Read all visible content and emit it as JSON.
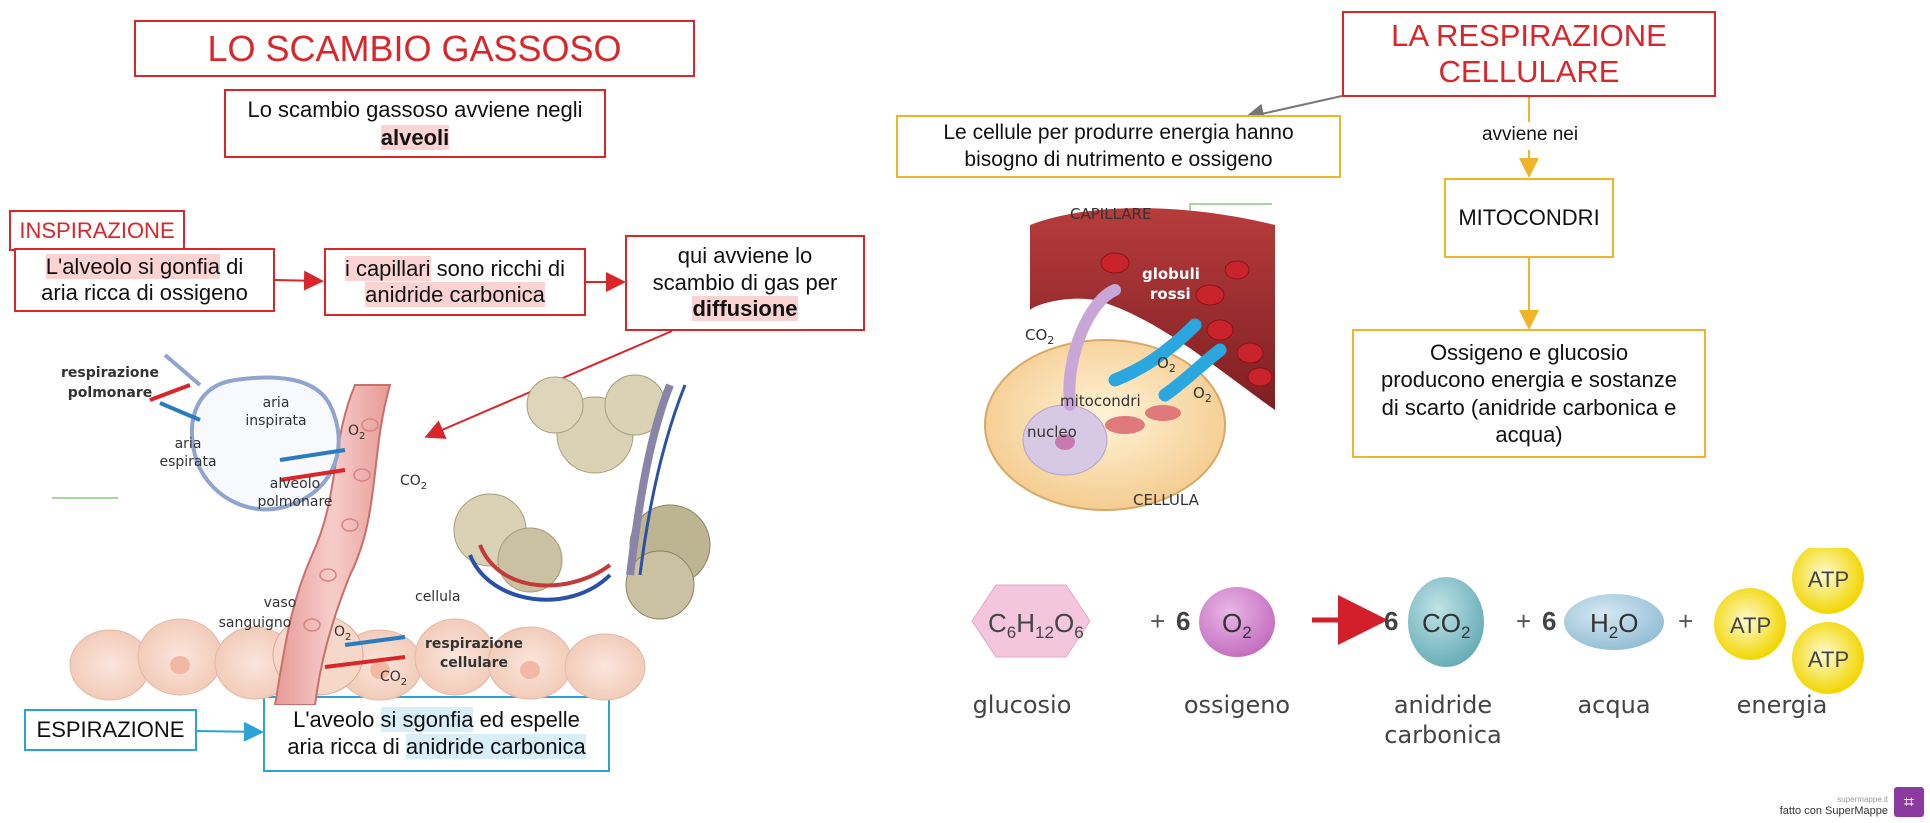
{
  "left": {
    "title": "LO SCAMBIO GASSOSO",
    "intro_text": "Lo scambio gassoso avviene negli",
    "intro_bold": "alveoli",
    "inspirazione_label": "INSPIRAZIONE",
    "box1_hl": "L'alveolo si gonfia",
    "box1_rest": " di",
    "box1_line2": "aria ricca di ossigeno",
    "box2_hl": "i capillari",
    "box2_rest": " sono ricchi di",
    "box2_line2": "anidride carbonica",
    "box3_line1": "qui avviene lo",
    "box3_line2": "scambio di gas per",
    "box3_bold": "diffusione",
    "espirazione_label": "ESPIRAZIONE",
    "box4_pre": "L'aveolo ",
    "box4_hl": "si sgonfia",
    "box4_rest": " ed espelle",
    "box4_line2_pre": "aria ricca di ",
    "box4_line2_hl": "anidride carbonica",
    "figure": {
      "respirazione_polmonare": [
        "respirazione",
        "polmonare"
      ],
      "aria_inspirata": [
        "aria",
        "inspirata"
      ],
      "aria_espirata": [
        "aria",
        "espirata"
      ],
      "alveolo_polmonare": [
        "alveolo",
        "polmonare"
      ],
      "o2": "O",
      "co2": "CO",
      "sub2": "2",
      "cellula": "cellula",
      "vaso_sanguigno": [
        "vaso",
        "sanguigno"
      ],
      "respirazione_cellulare": [
        "respirazione",
        "cellulare"
      ]
    }
  },
  "right": {
    "title_line1": "LA RESPIRAZIONE",
    "title_line2": "CELLULARE",
    "cells_line1": "Le cellule per produrre energia hanno",
    "cells_line2": "bisogno di nutrimento e ossigeno",
    "avviene_nei": "avviene nei",
    "mitocondri": "MITOCONDRI",
    "result_lines": [
      "Ossigeno e glucosio",
      "producono energia e sostanze",
      "di scarto (anidride carbonica e",
      "acqua)"
    ],
    "figure": {
      "capillare": "CAPILLARE",
      "globuli_rossi": [
        "globuli",
        "rossi"
      ],
      "co2": "CO",
      "o2": "O",
      "sub2": "2",
      "mitocondri": "mitocondri",
      "nucleo": "nucleo",
      "cellula": "CELLULA"
    },
    "equation": {
      "glucose_formula": [
        "C",
        "6",
        "H",
        "12",
        "O",
        "6"
      ],
      "plus": "+",
      "coef": "6",
      "o2": [
        "O",
        "2"
      ],
      "co2": [
        "CO",
        "2"
      ],
      "h2o": [
        "H",
        "2",
        "O"
      ],
      "atp": "ATP",
      "labels": {
        "glucosio": "glucosio",
        "ossigeno": "ossigeno",
        "anidride": [
          "anidride",
          "carbonica"
        ],
        "acqua": "acqua",
        "energia": "energia"
      }
    }
  },
  "footer": {
    "small": "supermappe.it",
    "made_with": "fatto con SuperMappe"
  },
  "colors": {
    "red_accent": "#d8262b",
    "yellow_border": "#f0b429",
    "blue_border": "#2ba3d6",
    "highlight_red": "#fbd3d3",
    "highlight_blue": "#d8eef8"
  }
}
